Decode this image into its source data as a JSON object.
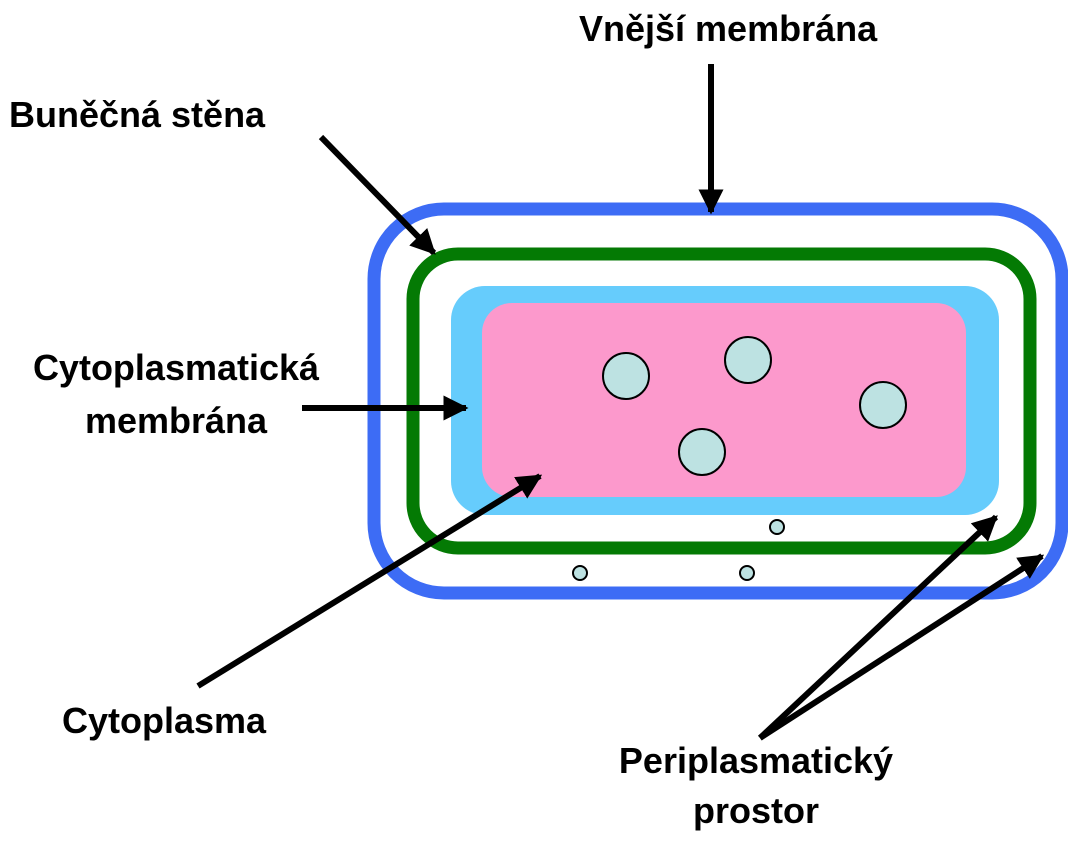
{
  "labels": {
    "outer_membrane": "Vnější membrána",
    "cell_wall": "Buněčná stěna",
    "cytoplasmic_membrane_line1": "Cytoplasmatická",
    "cytoplasmic_membrane_line2": "membrána",
    "cytoplasm": "Cytoplasma",
    "periplasmic_space_line1": "Periplasmatický",
    "periplasmic_space_line2": "prostor"
  },
  "colors": {
    "outer_membrane": "#3d6cf5",
    "cell_wall": "#047a04",
    "cytoplasmic_membrane": "#66ccfc",
    "cytoplasm": "#fc99cc",
    "granule_fill": "#bde2e2",
    "arrow": "#000000"
  }
}
